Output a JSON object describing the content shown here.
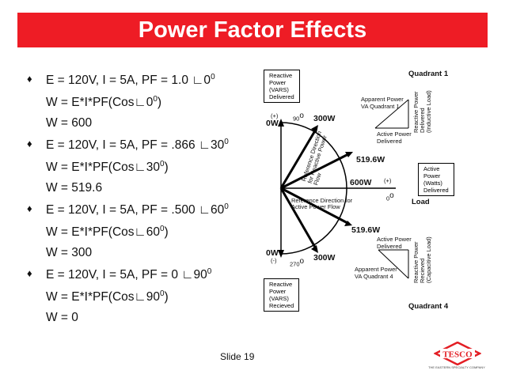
{
  "title": "Power Factor Effects",
  "bullets": [
    {
      "marker": "♦",
      "line": "E = 120V, I = 5A, PF = 1.0 ∟0",
      "sup": "0"
    },
    {
      "sub1_pre": "W = E*I*PF(Cos∟0",
      "sub1_sup": "0",
      "sub1_post": ")",
      "sub2": "W = 600"
    },
    {
      "marker": "♦",
      "line": "E = 120V, I = 5A, PF = .866 ∟30",
      "sup": "0"
    },
    {
      "sub1_pre": "W = E*I*PF(Cos∟30",
      "sub1_sup": "0",
      "sub1_post": ")",
      "sub2": "W = 519.6"
    },
    {
      "marker": "♦",
      "line": "E = 120V, I = 5A, PF = .500 ∟60",
      "sup": "0"
    },
    {
      "sub1_pre": "W = E*I*PF(Cos∟60",
      "sub1_sup": "0",
      "sub1_post": ")",
      "sub2": "W = 300"
    },
    {
      "marker": "♦",
      "line": "E = 120V, I = 5A, PF = 0 ∟90",
      "sup": "0"
    },
    {
      "sub1_pre": "W = E*I*PF(Cos∟90",
      "sub1_sup": "0",
      "sub1_post": ")",
      "sub2": "W = 0"
    }
  ],
  "diagram": {
    "reactive_delivered": [
      "Reactive",
      "Power",
      "(VARS)",
      "Delivered"
    ],
    "reactive_received": [
      "Reactive",
      "Power",
      "(VARS)",
      "Recieved"
    ],
    "active_box": [
      "Active",
      "Power",
      "(Watts)",
      "Delivered"
    ],
    "quadrant1": "Quadrant 1",
    "quadrant4": "Quadrant 4",
    "load": "Load",
    "plus_top": "(+)",
    "deg90": "90",
    "deg270": "270",
    "minus_bottom": "(-)",
    "plus_right": "(+)",
    "deg0": "0",
    "zero_top": "0W",
    "zero_bottom": "0W",
    "w300_top": "300W",
    "w300_bottom": "300W",
    "w519_top": "519.6W",
    "w519_bottom": "519.6W",
    "w600": "600W",
    "ref_dir_reactive": "Reference Direction for Reactive Power Flow",
    "ref_dir_active": "Reference Direction for Active Power Flow",
    "apparent_q1": [
      "Apparent Power",
      "VA Quadrant 1"
    ],
    "active_delivered_q1": [
      "Active Power",
      "Delivered"
    ],
    "reactive_q1_side": [
      "Reactive Power",
      "Delivered",
      "(Inductive Load)"
    ],
    "apparent_q4": [
      "Apparent Power",
      "VA Quadrant 4"
    ],
    "active_delivered_q4": [
      "Active Power",
      "Delivered"
    ],
    "reactive_q4_side": [
      "Reactive Power",
      "Recieved",
      "(Capacitive Load)"
    ]
  },
  "footer": "Slide 19",
  "logo_text": "TESCO",
  "logo_caption": "THE EASTERN SPECIALTY COMPANY",
  "colors": {
    "title_bg": "#ee1c25",
    "logo": "#e31e24"
  }
}
